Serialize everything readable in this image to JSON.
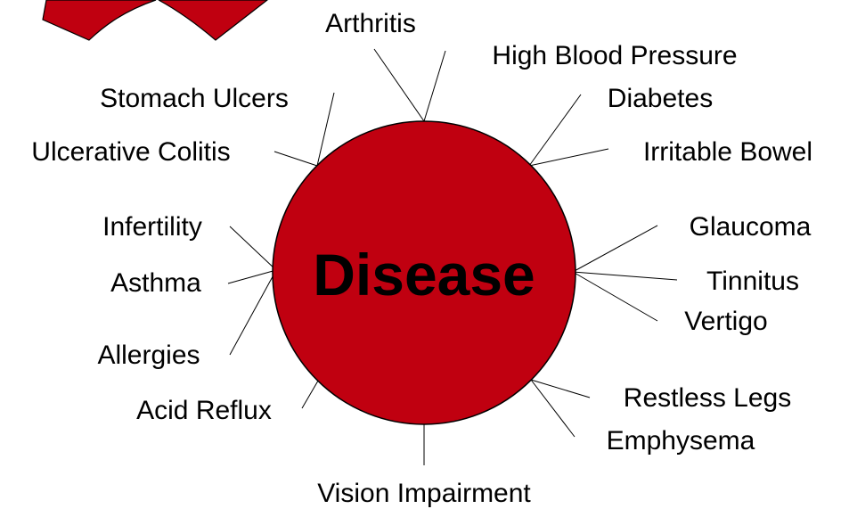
{
  "diagram": {
    "center_label": "Disease",
    "colors": {
      "circle_fill": "#c00010",
      "circle_stroke": "#000000",
      "arrow_fill": "#c00010",
      "text": "#000000",
      "line": "#000000"
    },
    "conditions": [
      "Arthritis",
      "High Blood Pressure",
      "Diabetes",
      "Irritable Bowel",
      "Glaucoma",
      "Tinnitus",
      "Vertigo",
      "Restless Legs",
      "Emphysema",
      "Vision Impairment",
      "Acid Reflux",
      "Allergies",
      "Asthma",
      "Infertility",
      "Ulcerative Colitis",
      "Stomach Ulcers"
    ]
  }
}
